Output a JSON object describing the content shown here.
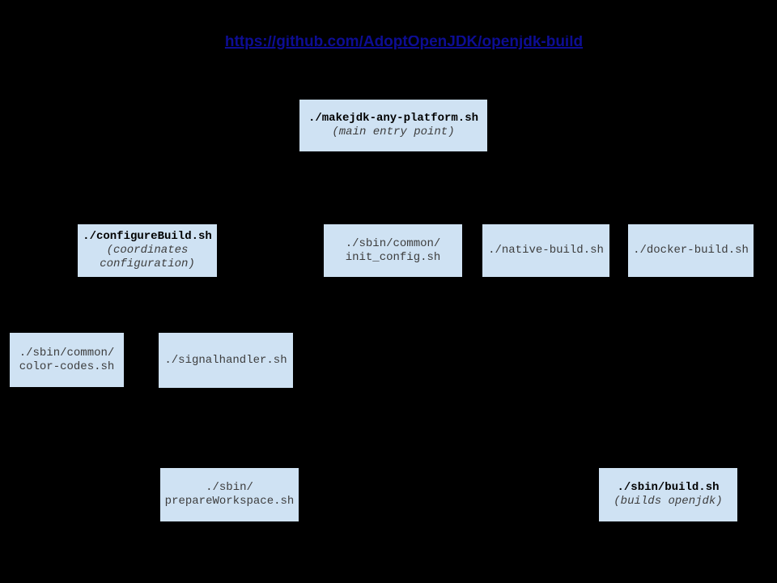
{
  "header": {
    "repo_link": "https://github.com/AdoptOpenJDK/openjdk-build"
  },
  "colors": {
    "background": "#000000",
    "box_fill": "#cfe2f3",
    "link_blue": "#0d0d94",
    "box_text": "#3d3d3d",
    "box_text_emphasis": "#000000"
  },
  "nodes": {
    "makejdk": {
      "title": "./makejdk-any-platform.sh",
      "subtitle": "(main entry point)"
    },
    "configure_build": {
      "title": "./configureBuild.sh",
      "subtitle_line1": "(coordinates",
      "subtitle_line2": "configuration)"
    },
    "init_config": {
      "line1": "./sbin/common/",
      "line2": "init_config.sh"
    },
    "native_build": {
      "line1": "./native-build.sh"
    },
    "docker_build": {
      "line1": "./docker-build.sh"
    },
    "color_codes": {
      "line1": "./sbin/common/",
      "line2": "color-codes.sh"
    },
    "signal_handler": {
      "line1": "./signalhandler.sh"
    },
    "prepare_workspace": {
      "line1": "./sbin/",
      "line2": "prepareWorkspace.sh"
    },
    "build": {
      "title": "./sbin/build.sh",
      "subtitle": "(builds openjdk)"
    }
  }
}
